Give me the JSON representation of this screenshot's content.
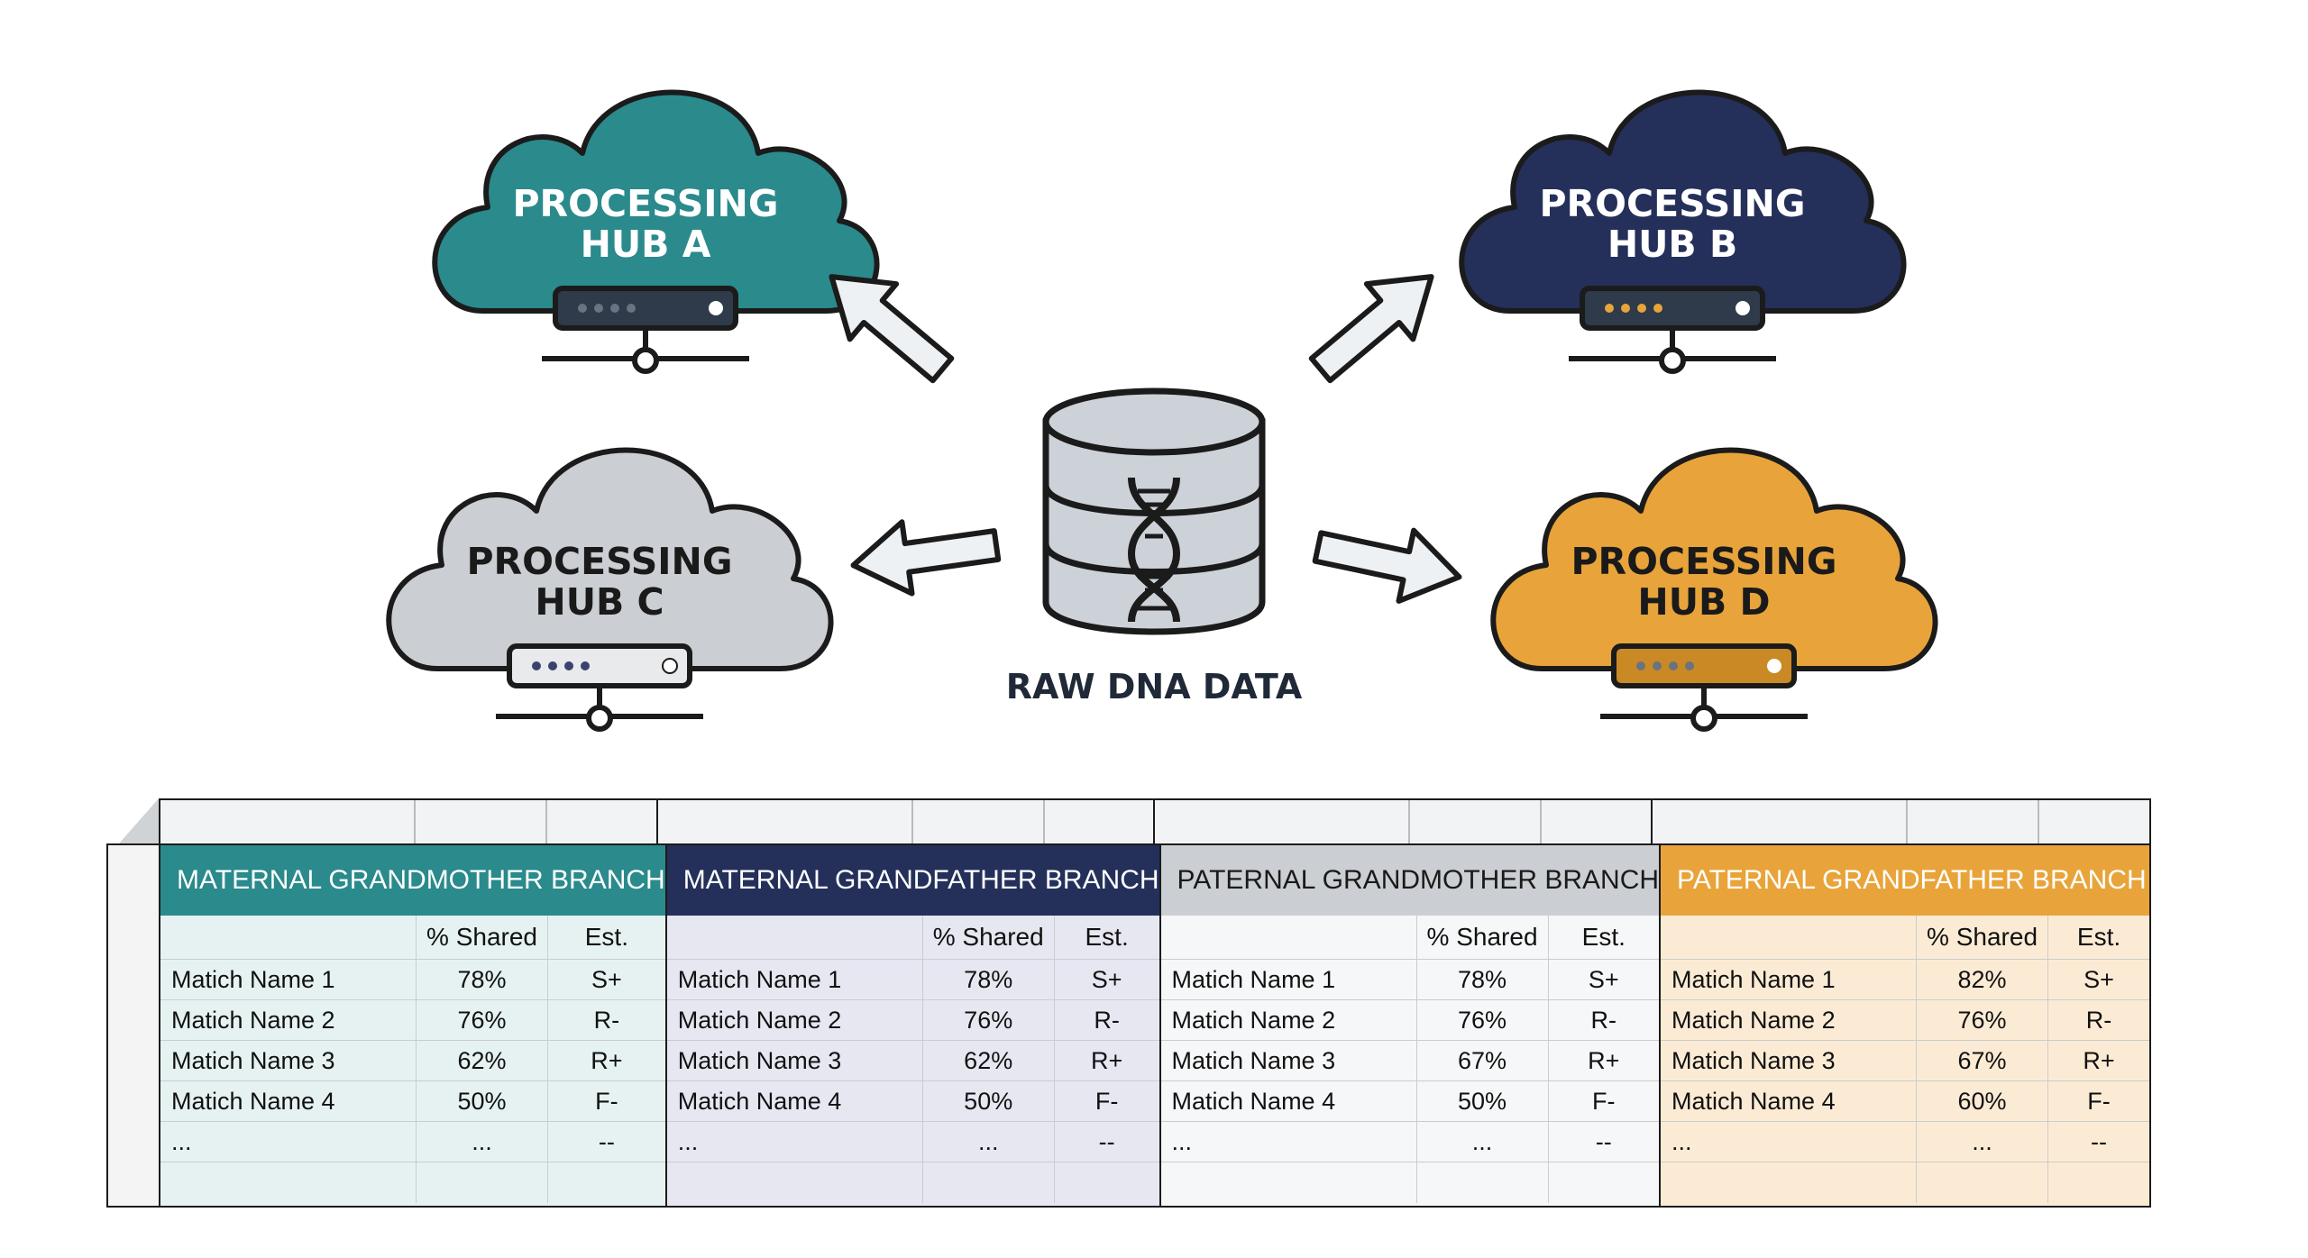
{
  "center": {
    "label": "RAW DNA DATA"
  },
  "hubs": [
    {
      "id": "a",
      "line1": "PROCESSING",
      "line2": "HUB A",
      "fill": "#2a8a8c",
      "text_color": "#ffffff",
      "dot_color": "#6b7280"
    },
    {
      "id": "b",
      "line1": "PROCESSING",
      "line2": "HUB B",
      "fill": "#24305a",
      "text_color": "#ffffff",
      "dot_color": "#e8a43a"
    },
    {
      "id": "c",
      "line1": "PROCESSING",
      "line2": "HUB C",
      "fill": "#cbced2",
      "text_color": "#1a1a1a",
      "dot_color": "#3a4370"
    },
    {
      "id": "d",
      "line1": "PROCESSING",
      "line2": "HUB D",
      "fill": "#e8a43a",
      "text_color": "#1a1a1a",
      "dot_color": "#6b7280"
    }
  ],
  "colors": {
    "outline": "#1b1b1b",
    "arrow_fill": "#eef1f4",
    "cylinder_fill": "#cdd2d8"
  },
  "table": {
    "col_headers": {
      "pct": "% Shared",
      "est": "Est."
    },
    "branches": [
      {
        "title": "MATERNAL GRANDMOTHER BRANCH",
        "header_bg": "#2a8a8c",
        "header_fg": "#ffffff",
        "body_bg": "#e6f2f2",
        "rows": [
          {
            "name": "Matich Name 1",
            "pct": "78%",
            "est": "S+"
          },
          {
            "name": "Matich Name 2",
            "pct": "76%",
            "est": "R-"
          },
          {
            "name": "Matich Name 3",
            "pct": "62%",
            "est": "R+"
          },
          {
            "name": "Matich Name 4",
            "pct": "50%",
            "est": "F-"
          },
          {
            "name": "...",
            "pct": "...",
            "est": "--"
          }
        ]
      },
      {
        "title": "MATERNAL GRANDFATHER BRANCH",
        "header_bg": "#24305a",
        "header_fg": "#ffffff",
        "body_bg": "#e7e7f2",
        "rows": [
          {
            "name": "Matich Name 1",
            "pct": "78%",
            "est": "S+"
          },
          {
            "name": "Matich Name 2",
            "pct": "76%",
            "est": "R-"
          },
          {
            "name": "Matich Name 3",
            "pct": "62%",
            "est": "R+"
          },
          {
            "name": "Matich Name 4",
            "pct": "50%",
            "est": "F-"
          },
          {
            "name": "...",
            "pct": "...",
            "est": "--"
          }
        ]
      },
      {
        "title": "PATERNAL GRANDMOTHER BRANCH",
        "header_bg": "#cbced2",
        "header_fg": "#1a1a1a",
        "body_bg": "#f6f7f8",
        "rows": [
          {
            "name": "Matich Name 1",
            "pct": "78%",
            "est": "S+"
          },
          {
            "name": "Matich Name 2",
            "pct": "76%",
            "est": "R-"
          },
          {
            "name": "Matich Name 3",
            "pct": "67%",
            "est": "R+"
          },
          {
            "name": "Matich Name 4",
            "pct": "50%",
            "est": "F-"
          },
          {
            "name": "...",
            "pct": "...",
            "est": "--"
          }
        ]
      },
      {
        "title": "PATERNAL GRANDFATHER BRANCH",
        "header_bg": "#e8a43a",
        "header_fg": "#ffffff",
        "body_bg": "#fcebd4",
        "rows": [
          {
            "name": "Matich Name 1",
            "pct": "82%",
            "est": "S+"
          },
          {
            "name": "Matich Name 2",
            "pct": "76%",
            "est": "R-"
          },
          {
            "name": "Matich Name 3",
            "pct": "67%",
            "est": "R+"
          },
          {
            "name": "Matich Name 4",
            "pct": "60%",
            "est": "F-"
          },
          {
            "name": "...",
            "pct": "...",
            "est": "--"
          }
        ]
      }
    ]
  }
}
